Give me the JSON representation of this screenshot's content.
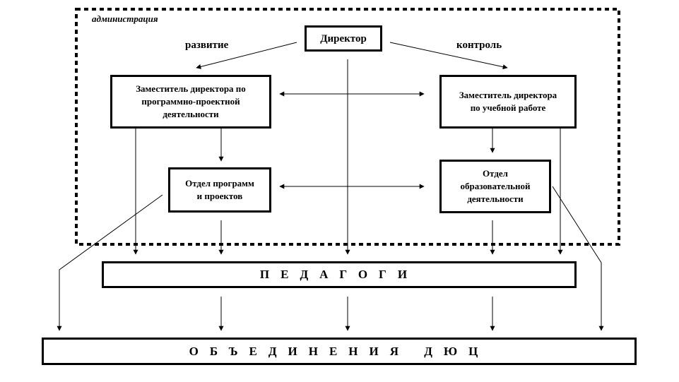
{
  "admin_label": "администрация",
  "nodes": {
    "director": "Директор",
    "deputy_programs": "Заместитель директора по\nпрограммно-проектной\nдеятельности",
    "deputy_education": "Заместитель директора\nпо учебной работе",
    "dept_programs": "Отдел программ\nи проектов",
    "dept_education": "Отдел\nобразовательной\nдеятельности",
    "teachers": "ПЕДАГОГИ",
    "associations": "ОБЪЕДИНЕНИЯ ДЮЦ"
  },
  "edge_labels": {
    "development": "развитие",
    "control": "контроль"
  }
}
